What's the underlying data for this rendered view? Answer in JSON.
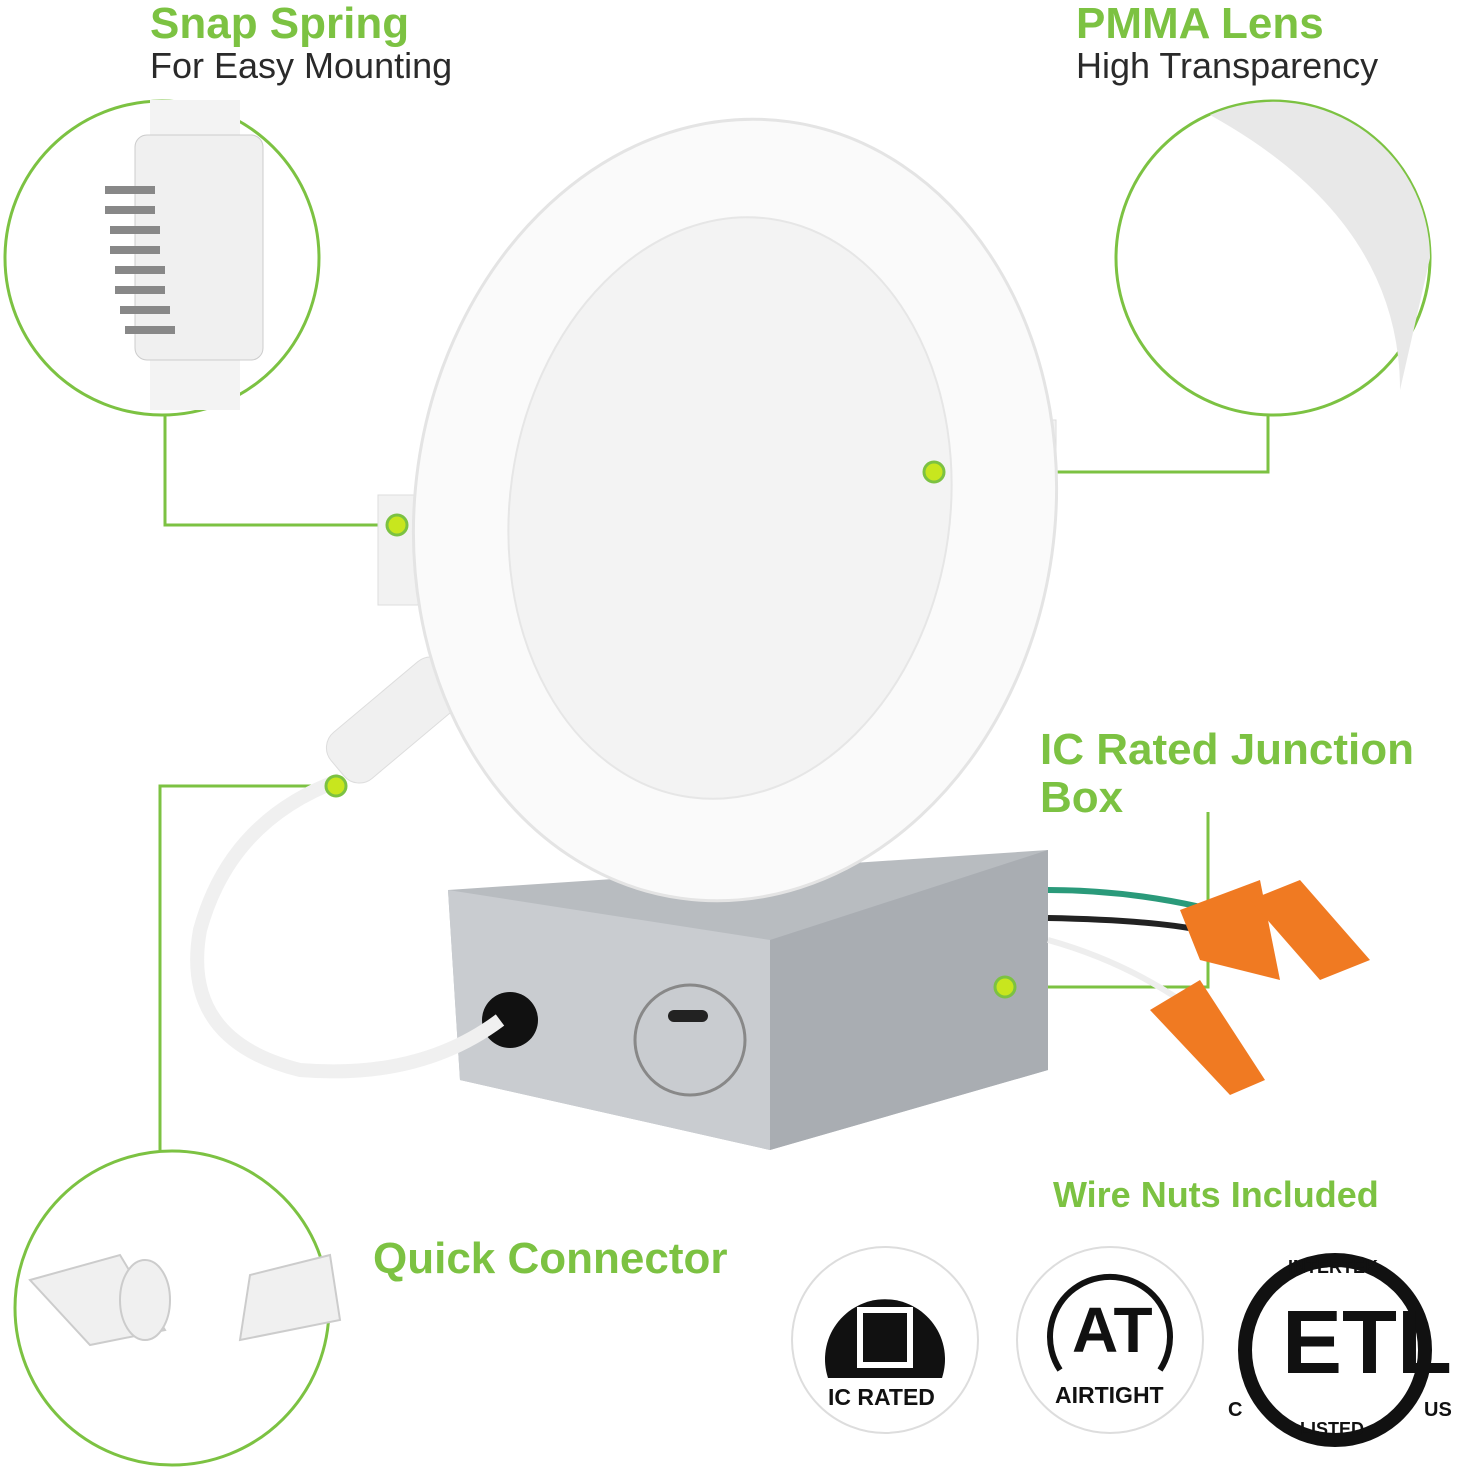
{
  "colors": {
    "accent": "#7cc242",
    "dot": "#c8e61e",
    "text": "#2a2a2a",
    "nut": "#f07a22",
    "box": "#b8bcc0"
  },
  "callouts": {
    "snap": {
      "title": "Snap Spring",
      "subtitle": "For Easy Mounting"
    },
    "lens": {
      "title": "PMMA Lens",
      "subtitle": "High Transparency"
    },
    "junction": {
      "title_line1": "IC Rated Junction",
      "title_line2": "Box"
    },
    "wire_nuts": {
      "title": "Wire Nuts Included"
    },
    "connector": {
      "title": "Quick Connector"
    }
  },
  "badges": {
    "ic": {
      "label": "IC RATED",
      "icon": "ic-rated-icon"
    },
    "airtight": {
      "label": "AIRTIGHT",
      "logo": "AT",
      "icon": "airtight-icon"
    },
    "etl": {
      "top": "INTERTEK",
      "bottom": "LISTED",
      "left": "C",
      "right": "US",
      "logo": "ETL",
      "icon": "etl-listed-icon"
    }
  }
}
